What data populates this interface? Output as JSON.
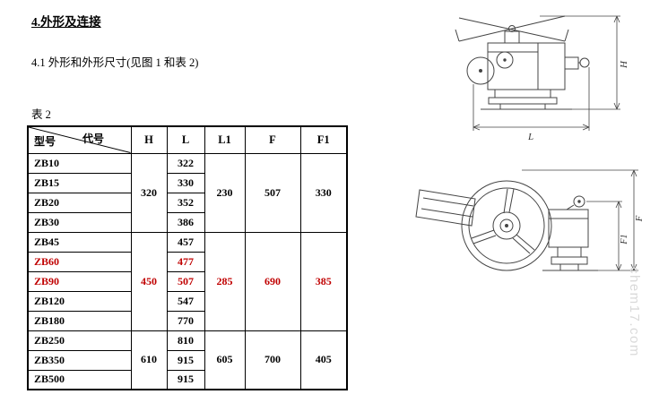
{
  "page": {
    "title": "4.外形及连接",
    "subtitle": "4.1 外形和外形尺寸(见图 1 和表 2)",
    "table_label": "表 2",
    "watermark": "chem17.com"
  },
  "table": {
    "diagonal": {
      "top_right": "代号",
      "bottom_left": "型号"
    },
    "columns": [
      "H",
      "L",
      "L1",
      "F",
      "F1"
    ],
    "groups": [
      {
        "H": "320",
        "L1": "230",
        "F": "507",
        "F1": "330",
        "red": false,
        "rows": [
          {
            "model": "ZB10",
            "L": "322",
            "red": false
          },
          {
            "model": "ZB15",
            "L": "330",
            "red": false
          },
          {
            "model": "ZB20",
            "L": "352",
            "red": false
          },
          {
            "model": "ZB30",
            "L": "386",
            "red": false
          }
        ]
      },
      {
        "H": "450",
        "L1": "285",
        "F": "690",
        "F1": "385",
        "red": true,
        "rows": [
          {
            "model": "ZB45",
            "L": "457",
            "red": false
          },
          {
            "model": "ZB60",
            "L": "477",
            "red": true
          },
          {
            "model": "ZB90",
            "L": "507",
            "red": true
          },
          {
            "model": "ZB120",
            "L": "547",
            "red": false
          },
          {
            "model": "ZB180",
            "L": "770",
            "red": false
          }
        ]
      },
      {
        "H": "610",
        "L1": "605",
        "F": "700",
        "F1": "405",
        "red": false,
        "rows": [
          {
            "model": "ZB250",
            "L": "810",
            "red": false
          },
          {
            "model": "ZB350",
            "L": "915",
            "red": false
          },
          {
            "model": "ZB500",
            "L": "915",
            "red": false
          }
        ]
      }
    ]
  },
  "figures": {
    "side_view": {
      "dim_height": "H",
      "dim_length": "L"
    },
    "front_view": {
      "dim_outer": "F",
      "dim_inner": "F1"
    }
  },
  "colors": {
    "accent_red": "#c00000",
    "text": "#000000",
    "watermark_gray": "#d9d9d9"
  }
}
